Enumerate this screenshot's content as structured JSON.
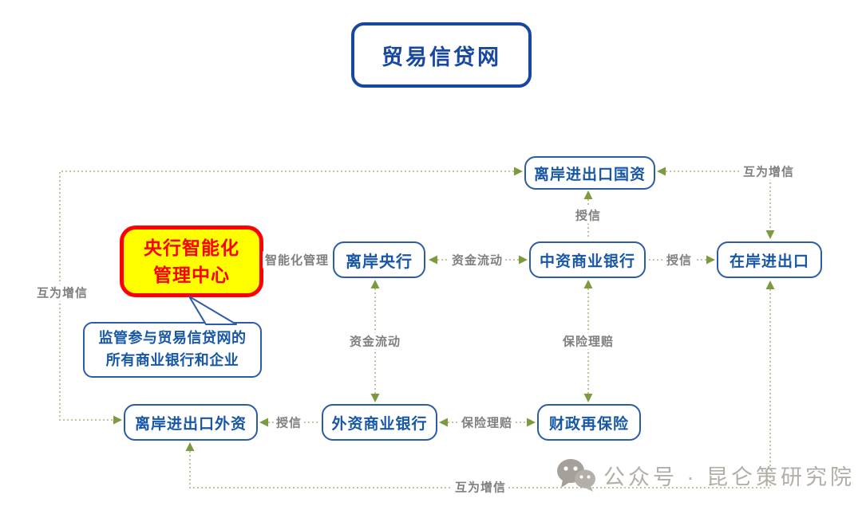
{
  "title": "贸易信贷网",
  "nodes": {
    "central-mgmt": {
      "line1": "央行智能化",
      "line2": "管理中心"
    },
    "supervision": {
      "line1": "监管参与贸易信贷网的",
      "line2": "所有商业银行和企业"
    },
    "offshore-soe": "离岸进出口国资",
    "offshore-central-bank": "离岸央行",
    "chinese-bank": "中资商业银行",
    "onshore-trade": "在岸进出口",
    "offshore-foreign": "离岸进出口外资",
    "foreign-bank": "外资商业银行",
    "fiscal-reinsurance": "财政再保险"
  },
  "edges": {
    "smart-mgmt": "智能化管理",
    "fund-flow-horizontal": "资金流动",
    "fund-flow-vertical": "资金流动",
    "credit-to-onshore": "授信",
    "credit-to-offshore-soe": "授信",
    "credit-to-offshore-foreign": "授信",
    "insurance-claims-vertical": "保险理赔",
    "insurance-claims-horizontal": "保险理赔",
    "mutual-credit-left": "互为增信",
    "mutual-credit-top-right": "互为增信",
    "mutual-credit-bottom": "互为增信"
  },
  "watermark": {
    "label": "公众号 · 昆仑策研究院"
  },
  "colors": {
    "title_border": "#17479e",
    "node_border": "#2b5ca8",
    "node_text": "#1757a6",
    "highlight_border": "#fe0000",
    "highlight_fill": "#ffff00",
    "highlight_text": "#fe0000",
    "line": "#bcbc94",
    "arrow": "#7c9b3f",
    "edge_label": "#7f7f7f",
    "watermark": "#b3aea7"
  }
}
